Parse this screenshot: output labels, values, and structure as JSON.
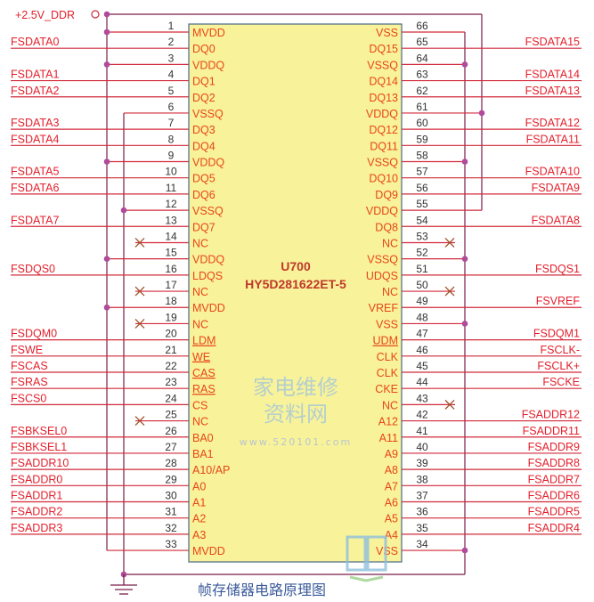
{
  "power_label": "+2.5V_DDR",
  "chip": {
    "ref": "U700",
    "part": "HY5D281622ET-5"
  },
  "caption": "帧存储器电路原理图",
  "watermark": {
    "text": "家电维修资料网",
    "url": "www.520101.com"
  },
  "colors": {
    "signal": "#d22a3a",
    "bus": "#7a1f4a",
    "chip_fill": "#f8f29a",
    "chip_border": "#4a6a8a",
    "dot": "#b04a9a"
  },
  "left_pins": [
    {
      "num": "1",
      "name": "MVDD",
      "net": "",
      "kind": "vdd"
    },
    {
      "num": "2",
      "name": "DQ0",
      "net": "FSDATA0",
      "kind": "sig"
    },
    {
      "num": "3",
      "name": "VDDQ",
      "net": "",
      "kind": "vdd"
    },
    {
      "num": "4",
      "name": "DQ1",
      "net": "FSDATA1",
      "kind": "sig"
    },
    {
      "num": "5",
      "name": "DQ2",
      "net": "FSDATA2",
      "kind": "sig"
    },
    {
      "num": "6",
      "name": "VSSQ",
      "net": "",
      "kind": "vss"
    },
    {
      "num": "7",
      "name": "DQ3",
      "net": "FSDATA3",
      "kind": "sig"
    },
    {
      "num": "8",
      "name": "DQ4",
      "net": "FSDATA4",
      "kind": "sig"
    },
    {
      "num": "9",
      "name": "VDDQ",
      "net": "",
      "kind": "vdd"
    },
    {
      "num": "10",
      "name": "DQ5",
      "net": "FSDATA5",
      "kind": "sig"
    },
    {
      "num": "11",
      "name": "DQ6",
      "net": "FSDATA6",
      "kind": "sig"
    },
    {
      "num": "12",
      "name": "VSSQ",
      "net": "",
      "kind": "vss"
    },
    {
      "num": "13",
      "name": "DQ7",
      "net": "FSDATA7",
      "kind": "sig"
    },
    {
      "num": "14",
      "name": "NC",
      "net": "",
      "kind": "nc"
    },
    {
      "num": "15",
      "name": "VDDQ",
      "net": "",
      "kind": "vdd"
    },
    {
      "num": "16",
      "name": "LDQS",
      "net": "FSDQS0",
      "kind": "sig"
    },
    {
      "num": "17",
      "name": "NC",
      "net": "",
      "kind": "nc"
    },
    {
      "num": "18",
      "name": "MVDD",
      "net": "",
      "kind": "vdd"
    },
    {
      "num": "19",
      "name": "NC",
      "net": "",
      "kind": "nc"
    },
    {
      "num": "20",
      "name": "LDM",
      "net": "FSDQM0",
      "kind": "sig",
      "bar": true
    },
    {
      "num": "21",
      "name": "WE",
      "net": "FSWE",
      "kind": "sig",
      "bar": true
    },
    {
      "num": "22",
      "name": "CAS",
      "net": "FSCAS",
      "kind": "sig",
      "bar": true
    },
    {
      "num": "23",
      "name": "RAS",
      "net": "FSRAS",
      "kind": "sig",
      "bar": true
    },
    {
      "num": "24",
      "name": "CS",
      "net": "FSCS0",
      "kind": "sig"
    },
    {
      "num": "25",
      "name": "NC",
      "net": "",
      "kind": "nc"
    },
    {
      "num": "26",
      "name": "BA0",
      "net": "FSBKSEL0",
      "kind": "sig"
    },
    {
      "num": "27",
      "name": "BA1",
      "net": "FSBKSEL1",
      "kind": "sig"
    },
    {
      "num": "28",
      "name": "A10/AP",
      "net": "FSADDR10",
      "kind": "sig"
    },
    {
      "num": "29",
      "name": "A0",
      "net": "FSADDR0",
      "kind": "sig"
    },
    {
      "num": "30",
      "name": "A1",
      "net": "FSADDR1",
      "kind": "sig"
    },
    {
      "num": "31",
      "name": "A2",
      "net": "FSADDR2",
      "kind": "sig"
    },
    {
      "num": "32",
      "name": "A3",
      "net": "FSADDR3",
      "kind": "sig"
    },
    {
      "num": "33",
      "name": "MVDD",
      "net": "",
      "kind": "vdd"
    }
  ],
  "right_pins": [
    {
      "num": "66",
      "name": "VSS",
      "net": "",
      "kind": "vss"
    },
    {
      "num": "65",
      "name": "DQ15",
      "net": "FSDATA15",
      "kind": "sig"
    },
    {
      "num": "64",
      "name": "VSSQ",
      "net": "",
      "kind": "vss"
    },
    {
      "num": "63",
      "name": "DQ14",
      "net": "FSDATA14",
      "kind": "sig"
    },
    {
      "num": "62",
      "name": "DQ13",
      "net": "FSDATA13",
      "kind": "sig"
    },
    {
      "num": "61",
      "name": "VDDQ",
      "net": "",
      "kind": "vdd"
    },
    {
      "num": "60",
      "name": "DQ12",
      "net": "FSDATA12",
      "kind": "sig"
    },
    {
      "num": "59",
      "name": "DQ11",
      "net": "FSDATA11",
      "kind": "sig"
    },
    {
      "num": "58",
      "name": "VSSQ",
      "net": "",
      "kind": "vss"
    },
    {
      "num": "57",
      "name": "DQ10",
      "net": "FSDATA10",
      "kind": "sig"
    },
    {
      "num": "56",
      "name": "DQ9",
      "net": "FSDATA9",
      "kind": "sig"
    },
    {
      "num": "55",
      "name": "VDDQ",
      "net": "",
      "kind": "vdd"
    },
    {
      "num": "54",
      "name": "DQ8",
      "net": "FSDATA8",
      "kind": "sig"
    },
    {
      "num": "53",
      "name": "NC",
      "net": "",
      "kind": "nc"
    },
    {
      "num": "52",
      "name": "VSSQ",
      "net": "",
      "kind": "vss"
    },
    {
      "num": "51",
      "name": "UDQS",
      "net": "FSDQS1",
      "kind": "sig"
    },
    {
      "num": "50",
      "name": "NC",
      "net": "",
      "kind": "nc"
    },
    {
      "num": "49",
      "name": "VREF",
      "net": "FSVREF",
      "kind": "sig"
    },
    {
      "num": "48",
      "name": "VSS",
      "net": "",
      "kind": "vss"
    },
    {
      "num": "47",
      "name": "UDM",
      "net": "FSDQM1",
      "kind": "sig",
      "bar": true
    },
    {
      "num": "46",
      "name": "CLK",
      "net": "FSCLK-",
      "kind": "sig"
    },
    {
      "num": "45",
      "name": "CLK",
      "net": "FSCLK+",
      "kind": "sig"
    },
    {
      "num": "44",
      "name": "CKE",
      "net": "FSCKE",
      "kind": "sig"
    },
    {
      "num": "43",
      "name": "NC",
      "net": "",
      "kind": "nc"
    },
    {
      "num": "42",
      "name": "A12",
      "net": "FSADDR12",
      "kind": "sig"
    },
    {
      "num": "41",
      "name": "A11",
      "net": "FSADDR11",
      "kind": "sig"
    },
    {
      "num": "40",
      "name": "A9",
      "net": "FSADDR9",
      "kind": "sig"
    },
    {
      "num": "39",
      "name": "A8",
      "net": "FSADDR8",
      "kind": "sig"
    },
    {
      "num": "38",
      "name": "A7",
      "net": "FSADDR7",
      "kind": "sig"
    },
    {
      "num": "37",
      "name": "A6",
      "net": "FSADDR6",
      "kind": "sig"
    },
    {
      "num": "36",
      "name": "A5",
      "net": "FSADDR5",
      "kind": "sig"
    },
    {
      "num": "35",
      "name": "A4",
      "net": "FSADDR4",
      "kind": "sig"
    },
    {
      "num": "34",
      "name": "VSS",
      "net": "",
      "kind": "vss"
    }
  ]
}
